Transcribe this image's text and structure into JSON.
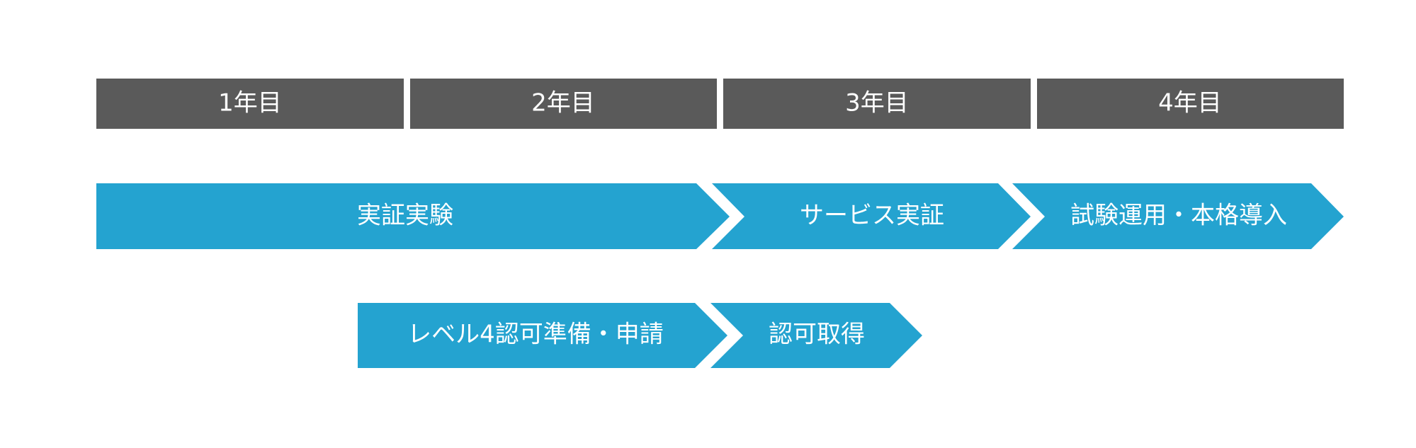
{
  "colors": {
    "background": "#ffffff",
    "year_header": "#5a5a5a",
    "phase_arrow": "#24a3d0",
    "label_text": "#ffffff"
  },
  "years": [
    {
      "label": "1年目"
    },
    {
      "label": "2年目"
    },
    {
      "label": "3年目"
    },
    {
      "label": "4年目"
    }
  ],
  "phases_row1": [
    {
      "label": "実証実験",
      "start_year": 0,
      "end_year": 2
    },
    {
      "label": "サービス実証",
      "start_year": 2,
      "end_year": 3
    },
    {
      "label": "試験運用・本格導入",
      "start_year": 3,
      "end_year": 4
    }
  ],
  "phases_row2": [
    {
      "label": "レベル4認可準備・申請",
      "start_year": 0.83,
      "end_year": 2
    },
    {
      "label": "認可取得",
      "start_year": 2,
      "end_year": 2.63
    }
  ]
}
